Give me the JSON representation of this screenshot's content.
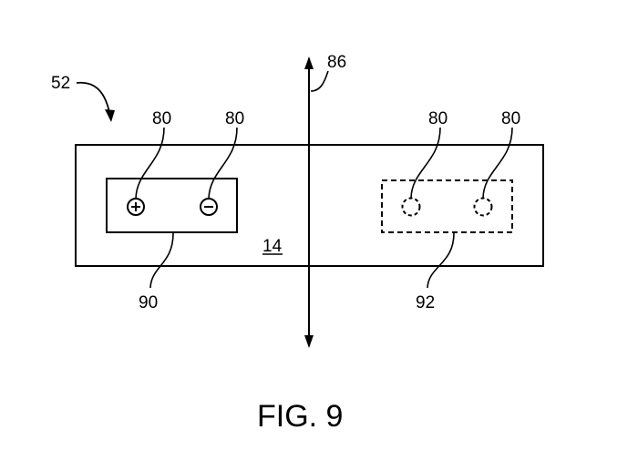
{
  "figure": {
    "caption": "FIG. 9",
    "ref_assembly": "52",
    "ref_axis": "86",
    "ref_terminals": [
      "80",
      "80",
      "80",
      "80"
    ],
    "ref_body": "14",
    "ref_first_port": "90",
    "ref_second_port": "92",
    "first_port_symbols": {
      "positive": "+",
      "negative": "−"
    }
  }
}
